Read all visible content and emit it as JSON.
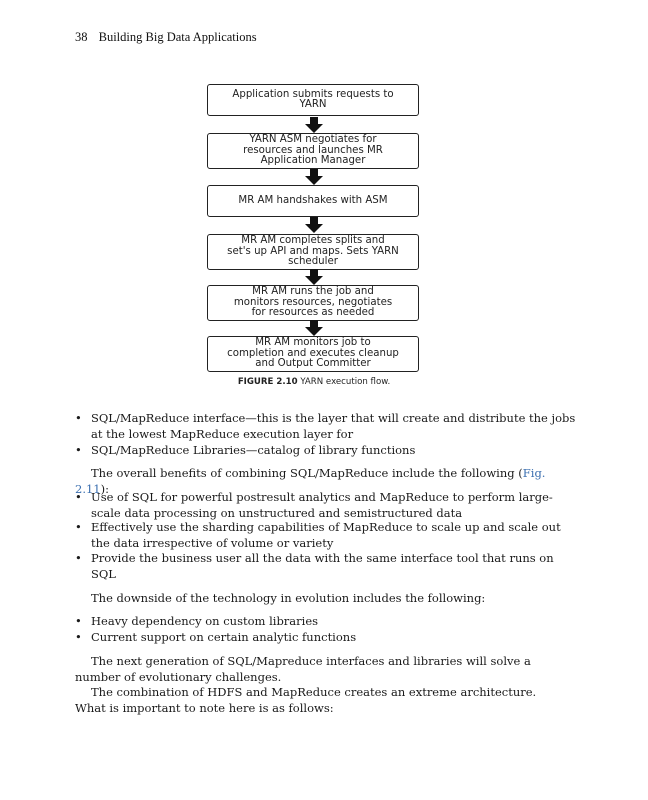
{
  "header": {
    "page_number": "38",
    "book_title": "Building Big Data Applications"
  },
  "figure": {
    "boxes": [
      "Application submits requests to\nYARN",
      "YARN ASM negotiates for\nresources and launches MR\nApplication Manager",
      "MR AM handshakes with ASM",
      "MR AM completes splits and\nset's up API and maps. Sets YARN\nscheduler",
      "MR AM runs the job and\nmonitors resources, negotiates\nfor resources as needed",
      "MR AM monitors job to\ncompletion and executes cleanup\nand Output Committer"
    ],
    "caption_label": "FIGURE 2.10",
    "caption_text": " YARN execution flow."
  },
  "bullets1": [
    "SQL/MapReduce interface—this is the layer that will create and distribute the jobs at the lowest MapReduce execution layer for",
    "SQL/MapReduce Libraries—catalog of library functions"
  ],
  "para1": {
    "text": "The overall benefits of combining SQL/MapReduce include the following (",
    "link": "Fig. 2.11",
    "end": "):"
  },
  "bullets2": [
    "Use of SQL for powerful postresult analytics and MapReduce to perform large-scale data processing on unstructured and semistructured data",
    "Effectively use the sharding capabilities of MapReduce to scale up and scale out the data irrespective of volume or variety",
    "Provide the business user all the data with the same interface tool that runs on SQL"
  ],
  "para2": "The downside of the technology in evolution includes the following:",
  "bullets3": [
    "Heavy dependency on custom libraries",
    "Current support on certain analytic functions"
  ],
  "para3": "The next generation of SQL/Mapreduce interfaces and libraries will solve a number of evolutionary challenges.",
  "para4": "The combination of HDFS and MapReduce creates an extreme architecture. What is important to note here is as follows:",
  "bullet_glyph": "•"
}
